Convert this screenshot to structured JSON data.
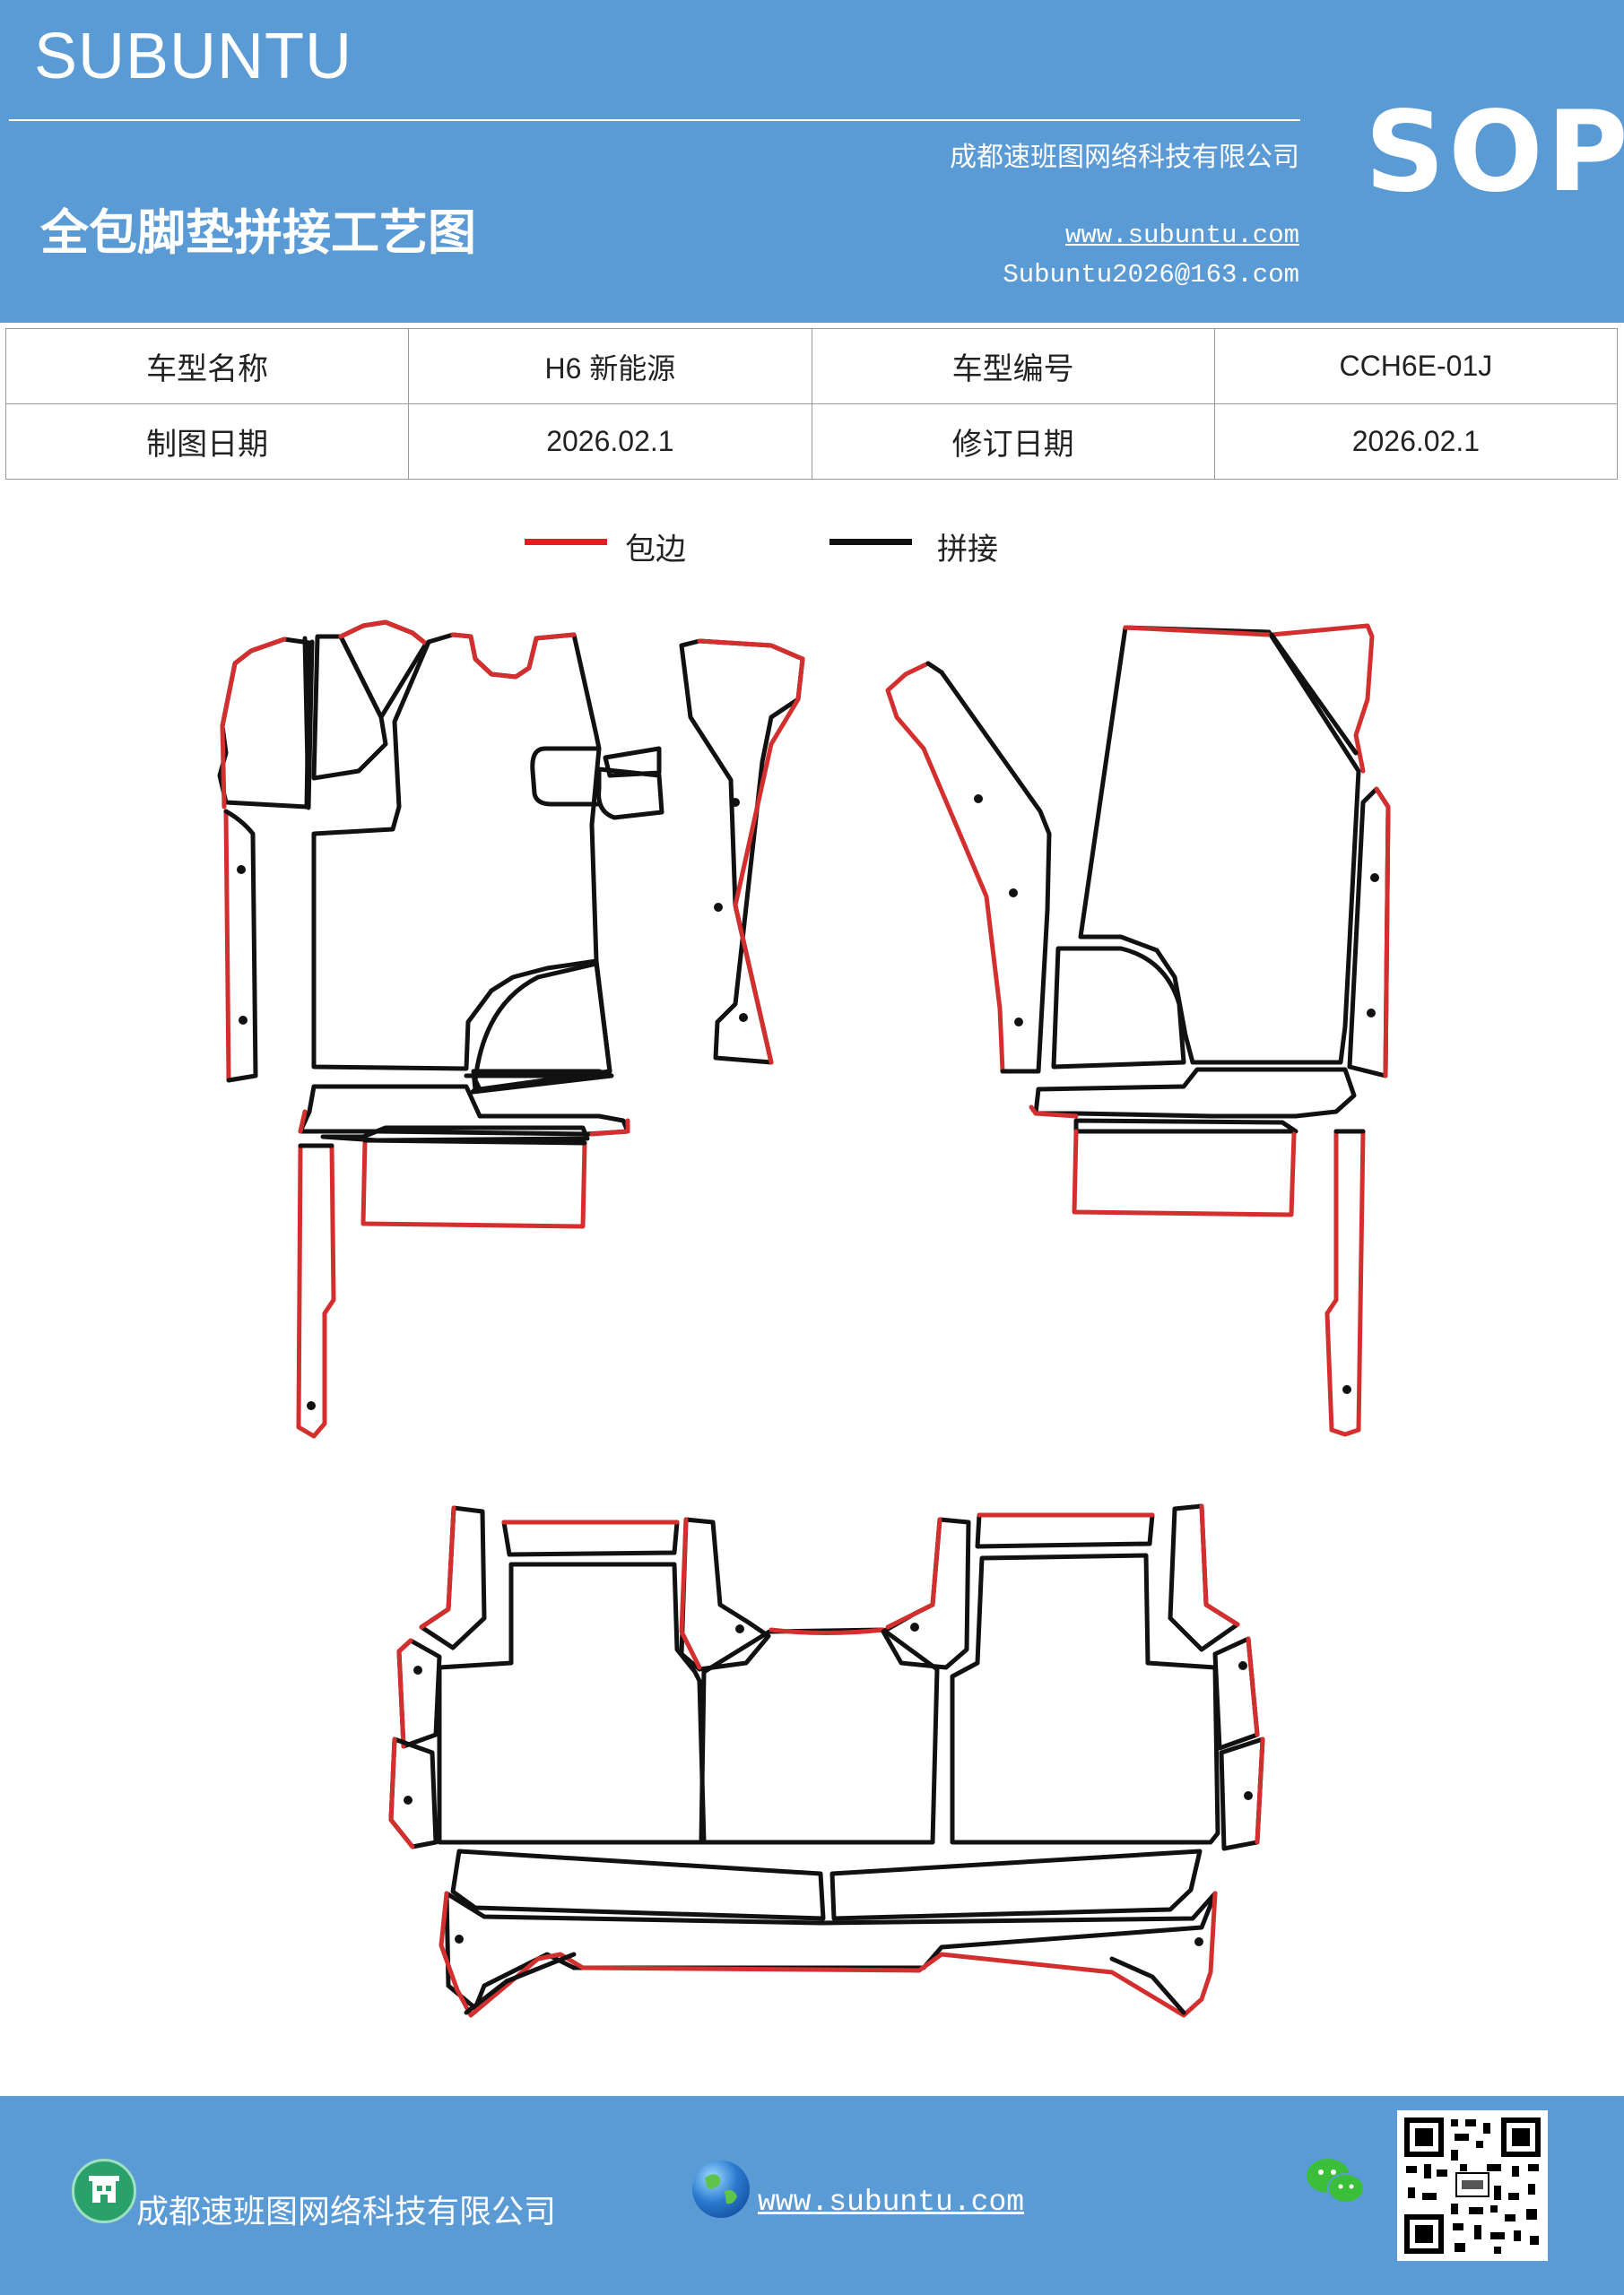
{
  "header": {
    "brand": "SUBUNTU",
    "company": "成都速班图网络科技有限公司",
    "title": "全包脚垫拼接工艺图",
    "website": "www.subuntu.com",
    "email": "Subuntu2026@163.com",
    "badge": "SOP",
    "bg_color": "#5b9bd5"
  },
  "info_table": {
    "rows": [
      {
        "label1": "车型名称",
        "value1": "H6 新能源",
        "label2": "车型编号",
        "value2": "CCH6E-01J"
      },
      {
        "label1": "制图日期",
        "value1": "2026.02.1",
        "label2": "修订日期",
        "value2": "2026.02.1"
      }
    ]
  },
  "legend": {
    "edge_label": "包边",
    "edge_color": "#e02020",
    "seam_label": "拼接",
    "seam_color": "#111111"
  },
  "footer": {
    "company": "成都速班图网络科技有限公司",
    "website": "www.subuntu.com",
    "icons": [
      "building-icon",
      "globe-icon",
      "wechat-icon",
      "qr-code-icon"
    ]
  }
}
